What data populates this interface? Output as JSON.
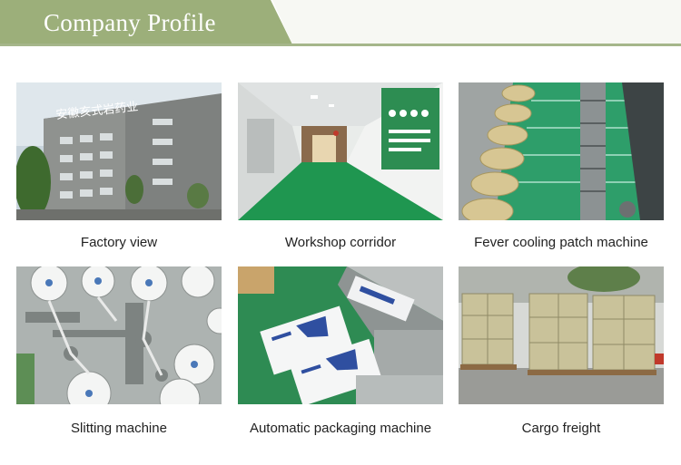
{
  "header": {
    "title": "Company Profile",
    "bar_color": "#9caf7a",
    "rule_color": "#a5b68a"
  },
  "photos": [
    {
      "caption": "Factory view",
      "sign_text": "安徽亥式岩药业"
    },
    {
      "caption": "Workshop corridor"
    },
    {
      "caption": "Fever cooling patch machine"
    },
    {
      "caption": "Slitting machine"
    },
    {
      "caption": "Automatic packaging machine"
    },
    {
      "caption": "Cargo freight"
    }
  ]
}
